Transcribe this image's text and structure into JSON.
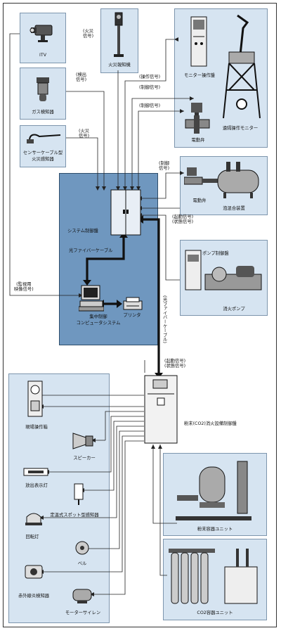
{
  "labels": {
    "itv": "ITV",
    "fire_alarm_machine": "火災報知機",
    "gas_detector": "ガス検知器",
    "sensor_cable_detector_1": "センサーケーブル型",
    "sensor_cable_detector_2": "火災感知器",
    "monitor_panel": "モニター操作盤",
    "remote_monitor": "遠隔操作モニター",
    "valve_1": "電動弁",
    "valve_2": "電動弁",
    "foam_mixer": "泡混合装置",
    "system_panel": "システム制御盤",
    "pump_panel": "ポンプ制御盤",
    "fire_pump": "消火ポンプ",
    "central_computer_1": "集中制御",
    "central_computer_2": "コンピュータシステム",
    "printer": "プリンタ",
    "optical_cable_1": "光ファイバーケーブル",
    "optical_cable_2": "(光ファイバーケーブル)",
    "field_panel": "現場操作箱",
    "speaker": "スピーカー",
    "discharge_lamp": "放出表示灯",
    "spot_detector": "定温式スポット型感知器",
    "rotating_lamp": "回転灯",
    "bell": "ベル",
    "ir_flame_detector": "赤外線炎検知器",
    "motor_siren": "モーターサイレン",
    "co2_panel": "粉末(CO2)消火設備制御盤",
    "powder_unit": "粉末容器ユニット",
    "co2_unit": "CO2容器ユニット"
  },
  "signals": {
    "fire_1": "(火災\n信号)",
    "detect": "(検出\n信号)",
    "fire_2": "(火災\n信号)",
    "operation": "(操作信号)",
    "control_1": "(制御信号)",
    "control_2": "(制御信号)",
    "control_3": "(制御\n信号)",
    "start_state_1": "(起動信号)\n(状態信号)",
    "start_state_2": "(起動信号)\n(状態信号)",
    "monitor_video": "(監視用\n映像信号)"
  },
  "colors": {
    "panel_fill": "#d6e4f1",
    "central_fill": "#6f97bf",
    "line": "#222222"
  }
}
